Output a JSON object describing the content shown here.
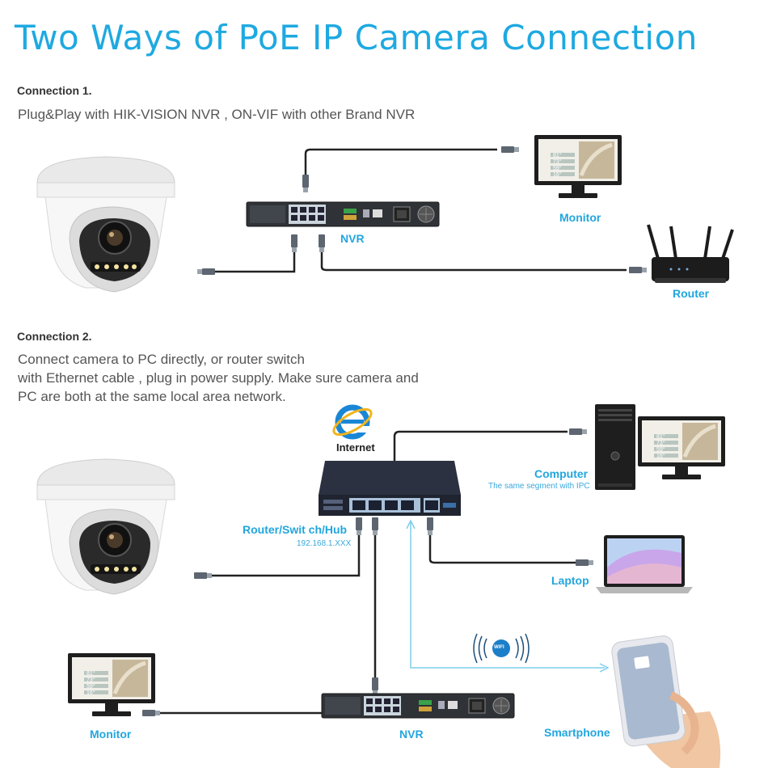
{
  "page": {
    "title": "Two Ways of PoE IP Camera Connection"
  },
  "connection1": {
    "heading": "Connection 1.",
    "description": "Plug&Play with HIK-VISION NVR , ON-VIF with other Brand NVR",
    "labels": {
      "nvr": "NVR",
      "monitor": "Monitor",
      "router": "Router"
    }
  },
  "connection2": {
    "heading": "Connection 2.",
    "description_lines": [
      "Connect camera to PC directly, or router switch",
      "with Ethernet cable , plug in power supply. Make sure camera and",
      "PC are both at the same local area network."
    ],
    "labels": {
      "internet": "Internet",
      "router_switch": "Router/Swit ch/Hub",
      "router_ip": "192.168.1.XXX",
      "computer": "Computer",
      "computer_note": "The same segment with IPC",
      "laptop": "Laptop",
      "monitor": "Monitor",
      "nvr": "NVR",
      "smartphone": "Smartphone",
      "wifi_badge": "WIFI"
    }
  },
  "screen_readout": [
    "81°",
    "73°",
    "59°",
    "16°"
  ],
  "colors": {
    "accent": "#1ea9e1",
    "cable": "#222222",
    "wireless": "#7fcdea"
  },
  "icons": [
    "dome-camera-icon",
    "nvr-recorder-icon",
    "monitor-icon",
    "router-icon",
    "internet-explorer-icon",
    "switch-icon",
    "desktop-tower-icon",
    "laptop-icon",
    "smartphone-icon",
    "wifi-signal-icon",
    "ethernet-plug-icon"
  ]
}
